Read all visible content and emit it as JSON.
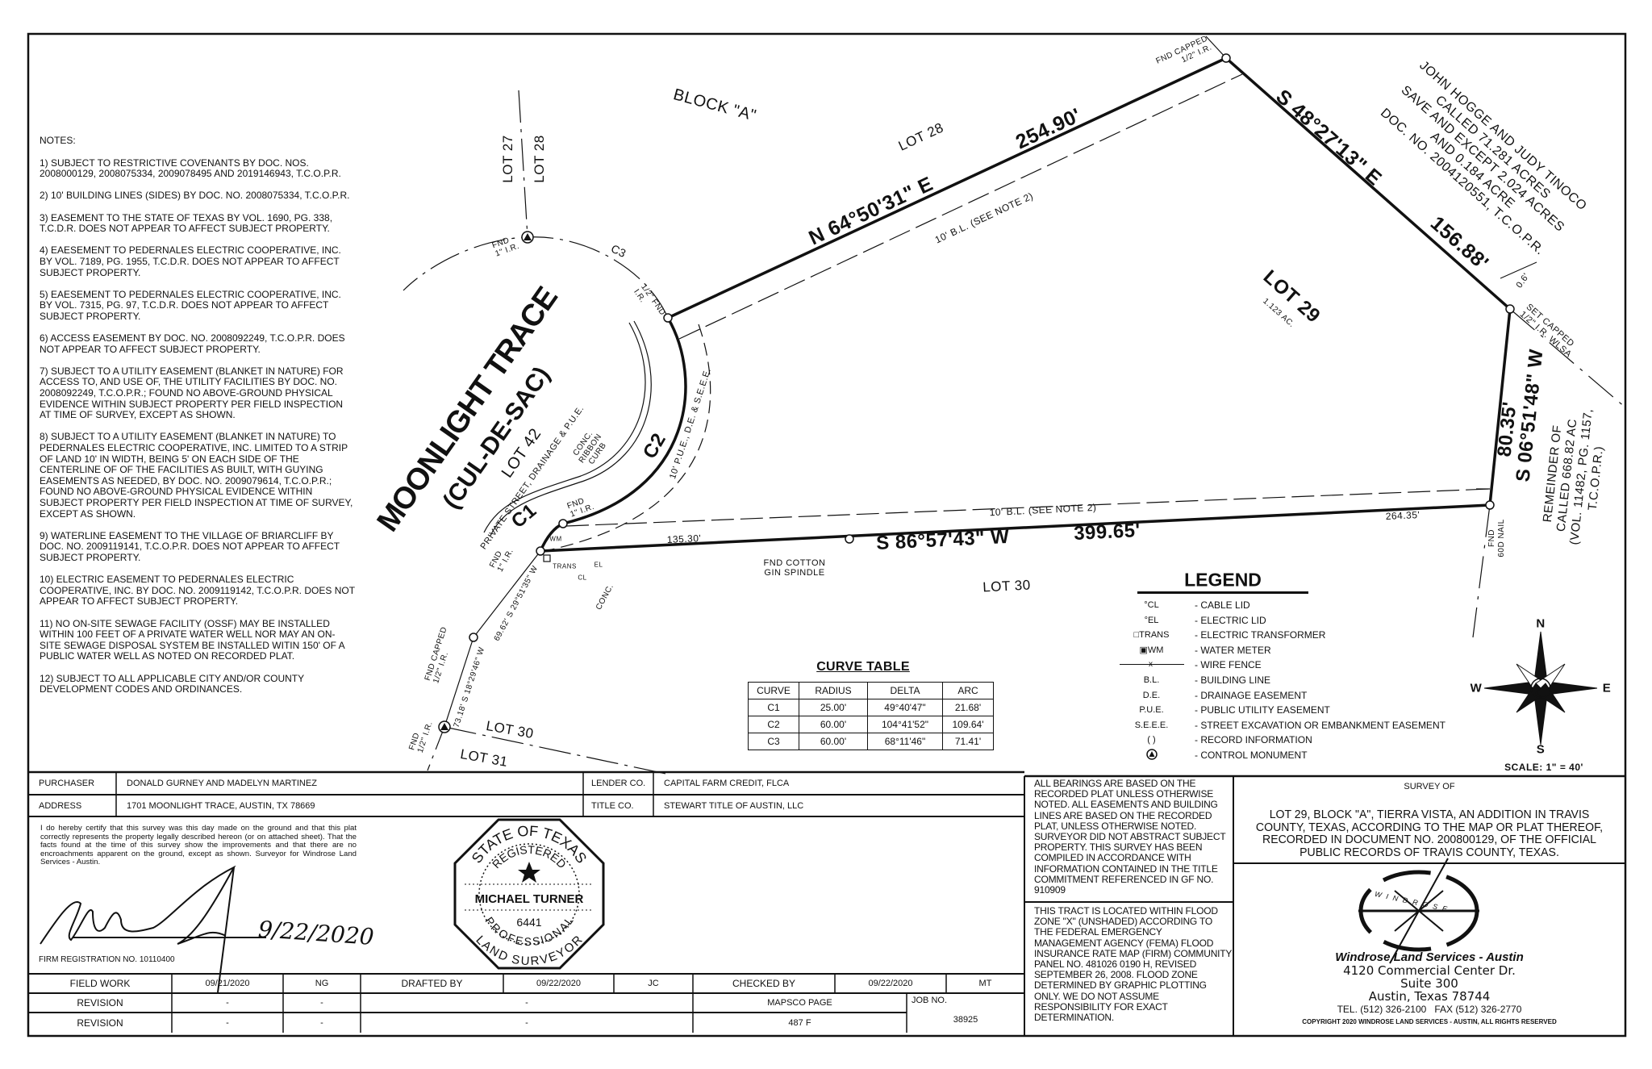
{
  "notes": {
    "title": "NOTES:",
    "items": [
      "1) SUBJECT TO RESTRICTIVE COVENANTS BY DOC. NOS. 2008000129, 2008075334, 2009078495 AND 2019146943, T.C.O.P.R.",
      "2) 10' BUILDING LINES (SIDES) BY DOC. NO. 2008075334, T.C.O.P.R.",
      "3) EASEMENT TO THE STATE OF TEXAS BY VOL. 1690, PG. 338, T.C.D.R. DOES NOT APPEAR TO AFFECT SUBJECT PROPERTY.",
      "4) EAESEMENT TO PEDERNALES ELECTRIC COOPERATIVE, INC. BY VOL. 7189, PG. 1955, T.C.D.R. DOES NOT APPEAR TO AFFECT SUBJECT PROPERTY.",
      "5) EAESEMENT TO PEDERNALES ELECTRIC COOPERATIVE, INC. BY VOL. 7315, PG. 97, T.C.D.R. DOES NOT APPEAR TO AFFECT SUBJECT PROPERTY.",
      "6) ACCESS EASEMENT BY DOC. NO. 2008092249, T.C.O.P.R. DOES NOT APPEAR TO AFFECT SUBJECT PROPERTY.",
      "7) SUBJECT TO A UTILITY EASEMENT (BLANKET IN NATURE) FOR ACCESS TO, AND USE OF, THE UTILITY FACILITIES BY DOC. NO. 2008092249, T.C.O.P.R.; FOUND NO ABOVE-GROUND PHYSICAL EVIDENCE WITHIN SUBJECT PROPERTY PER FIELD INSPECTION AT TIME OF SURVEY, EXCEPT AS SHOWN.",
      "8) SUBJECT TO A UTILITY EASEMENT (BLANKET IN NATURE) TO PEDERNALES ELECTRIC COOPERATIVE, INC. LIMITED TO A STRIP OF LAND 10' IN WIDTH, BEING 5' ON EACH SIDE OF THE CENTERLINE OF OF THE FACILITIES AS BUILT, WITH GUYING EASEMENTS AS NEEDED, BY DOC. NO. 2009079614, T.C.O.P.R.; FOUND NO ABOVE-GROUND PHYSICAL EVIDENCE WITHIN SUBJECT PROPERTY PER FIELD INSPECTION AT TIME OF SURVEY, EXCEPT AS SHOWN.",
      "9) WATERLINE EASEMENT TO THE VILLAGE OF BRIARCLIFF BY DOC. NO. 2009119141, T.C.O.P.R. DOES NOT APPEAR TO AFFECT SUBJECT PROPERTY.",
      "10) ELECTRIC EASEMENT TO PEDERNALES ELECTRIC COOPERATIVE, INC. BY DOC. NO. 2009119142, T.C.O.P.R. DOES NOT APPEAR TO AFFECT SUBJECT PROPERTY.",
      "11) NO ON-SITE SEWAGE FACILITY (OSSF) MAY BE INSTALLED WITHIN 100 FEET OF A PRIVATE WATER WELL NOR MAY AN ON-SITE SEWAGE DISPOSAL SYSTEM BE INSTALLED WITIN 150' OF A PUBLIC WATER WELL AS NOTED ON RECORDED PLAT.",
      "12) SUBJECT TO ALL APPLICABLE CITY AND/OR COUNTY DEVELOPMENT CODES AND ORDINANCES."
    ]
  },
  "plat": {
    "block": "BLOCK \"A\"",
    "lot27": "LOT 27",
    "lot28_vertical": "LOT 28",
    "lot28": "LOT 28",
    "lot29": "LOT 29",
    "lot29_area": "1.123 AC.",
    "lot30_bottom": "LOT 30",
    "lot30_left": "LOT 30",
    "lot31": "LOT 31",
    "lot42": "LOT 42",
    "street_name": "MOONLIGHT TRACE",
    "street_type": "(CUL-DE-SAC)",
    "street_desc": "PRIVATE STREET, DRAINAGE & P.U.E.",
    "ribbon_curb": [
      "CONC.",
      "RIBBON",
      "CURB"
    ],
    "conc": "CONC.",
    "north_bearing": "N 64°50'31\" E",
    "north_distance": "254.90'",
    "north_bl": "10' B.L. (SEE NOTE 2)",
    "east_bearing": "S 48°27'13\" E",
    "east_distance": "156.88'",
    "right_bearing": "S 06°51'48\" W",
    "right_distance": "80.35'",
    "south_bearing": "S 86°57'43\" W",
    "south_distance": "399.65'",
    "south_bl": "10' B.L. (SEE NOTE 2)",
    "south_seg1": "135.30'",
    "south_seg2": "264.35'",
    "offset": "0.6'",
    "pue": "10' P.U.E., D.E. & S.E.E.E.",
    "curve_c1": "C1",
    "curve_c2": "C2",
    "curve_c3": "C3",
    "west_line1": "69.62' S 29°51'35\" W",
    "west_line2": "73.18' S 18°29'46\" W",
    "adjoiner_north": [
      "JOHN HOGGE AND JUDY TINOCO",
      "CALLED 71.281 ACRES",
      "SAVE AND EXCEPT 2.024 ACRES",
      "AND 0.184 ACRE",
      "DOC. NO. 2004120551, T.C.O.P.R."
    ],
    "adjoiner_east": [
      "REMEINDER OF",
      "CALLED 668.82 AC",
      "(VOL. 11482, PG. 1157,",
      "T.C.O.P.R.)"
    ],
    "monuments": {
      "fnd_capped_top": [
        "FND CAPPED",
        "1/2\" I.R."
      ],
      "set_capped": [
        "SET CAPPED",
        "1/2\" I.R. WLSA"
      ],
      "fnd_nail": [
        "FND",
        "60D NAIL"
      ],
      "fnd_spindle": [
        "FND COTTON",
        "GIN SPINDLE"
      ],
      "fnd_c2_top": [
        "1/2\" FND",
        "I.R."
      ],
      "fnd_c1c2": [
        "FND",
        "1\" I.R."
      ],
      "fnd_top_cm": [
        "FND",
        "1\" I.R."
      ],
      "fnd_c1_start": [
        "FND",
        "1\" I.R."
      ],
      "fnd_capped_left": [
        "FND CAPPED",
        "1/2\" I.R."
      ],
      "fnd_bottom": [
        "FND",
        "1/2\" I.R."
      ]
    },
    "utility_labels": {
      "wm": "WM",
      "trans": "TRANS",
      "cl": "CL",
      "el": "EL"
    }
  },
  "curve_table": {
    "title": "CURVE TABLE",
    "headers": [
      "CURVE",
      "RADIUS",
      "DELTA",
      "ARC"
    ],
    "rows": [
      [
        "C1",
        "25.00'",
        "49°40'47\"",
        "21.68'"
      ],
      [
        "C2",
        "60.00'",
        "104°41'52\"",
        "109.64'"
      ],
      [
        "C3",
        "60.00'",
        "68°11'46\"",
        "71.41'"
      ]
    ]
  },
  "legend": {
    "title": "LEGEND",
    "items": [
      {
        "symbol": "CL",
        "icon": "cable-lid-icon",
        "label": "- CABLE LID"
      },
      {
        "symbol": "EL",
        "icon": "electric-lid-icon",
        "label": "- ELECTRIC LID"
      },
      {
        "symbol": "TRANS",
        "icon": "transformer-icon",
        "label": "- ELECTRIC TRANSFORMER"
      },
      {
        "symbol": "WM",
        "icon": "water-meter-icon",
        "label": "- WATER METER"
      },
      {
        "symbol": "x",
        "icon": "wire-fence-icon",
        "label": "- WIRE FENCE"
      },
      {
        "symbol": "B.L.",
        "label": "- BUILDING LINE"
      },
      {
        "symbol": "D.E.",
        "label": "- DRAINAGE EASEMENT"
      },
      {
        "symbol": "P.U.E.",
        "label": "- PUBLIC UTILITY EASEMENT"
      },
      {
        "symbol": "S.E.E.E.",
        "label": "- STREET EXCAVATION OR EMBANKMENT EASEMENT"
      },
      {
        "symbol": "( )",
        "label": "- RECORD INFORMATION"
      },
      {
        "symbol": "",
        "icon": "control-monument-icon",
        "label": "- CONTROL MONUMENT"
      }
    ]
  },
  "compass": {
    "n": "N",
    "s": "S",
    "e": "E",
    "w": "W",
    "scale": "SCALE: 1\" = 40'"
  },
  "title_block": {
    "purchaser_label": "PURCHASER",
    "purchaser": "DONALD GURNEY AND MADELYN MARTINEZ",
    "lender_label": "LENDER CO.",
    "lender": "CAPITAL FARM CREDIT, FLCA",
    "address_label": "ADDRESS",
    "address": "1701 MOONLIGHT TRACE, AUSTIN, TX 78669",
    "title_label": "TITLE CO.",
    "title_co": "STEWART TITLE OF AUSTIN, LLC",
    "certification": "I do hereby certify that this survey was this day made on the ground and that this plat correctly represents the property legally described hereon (or on attached sheet). That the facts found at the time of this survey show the improvements and that there are no encroachments apparent on the ground, except as shown. Surveyor for Windrose Land Services - Austin.",
    "signature_date": "9/22/2020",
    "firm_registration": "FIRM REGISTRATION NO. 10110400",
    "seal": {
      "top": "STATE OF TEXAS",
      "registered": "REGISTERED",
      "name": "MICHAEL TURNER",
      "number": "6441",
      "professional": "PROFESSIONAL",
      "bottom": "LAND SURVEYOR"
    },
    "field_work_label": "FIELD WORK",
    "field_work_date": "09/21/2020",
    "field_work_by": "NG",
    "drafted_label": "DRAFTED BY",
    "drafted_date": "09/22/2020",
    "drafted_by": "JC",
    "checked_label": "CHECKED BY",
    "checked_date": "09/22/2020",
    "checked_by": "MT",
    "revisions": [
      {
        "label": "REVISION",
        "a": "-",
        "b": "-",
        "c": "-"
      },
      {
        "label": "REVISION",
        "a": "-",
        "b": "-",
        "c": "-"
      }
    ],
    "mapsco_label": "MAPSCO PAGE",
    "mapsco": "487 F",
    "job_label": "JOB NO.",
    "job": "38925"
  },
  "bearings_note": "ALL BEARINGS ARE BASED ON THE RECORDED PLAT UNLESS OTHERWISE NOTED. ALL EASEMENTS AND BUILDING LINES ARE BASED ON THE RECORDED PLAT, UNLESS OTHERWISE NOTED. SURVEYOR DID NOT ABSTRACT SUBJECT PROPERTY. THIS SURVEY HAS BEEN COMPILED IN ACCORDANCE WITH INFORMATION CONTAINED IN THE TITLE COMMITMENT REFERENCED IN GF NO. 910909",
  "flood_note": "THIS TRACT IS LOCATED WITHIN FLOOD ZONE \"X\" (UNSHADED) ACCORDING TO THE FEDERAL EMERGENCY MANAGEMENT AGENCY (FEMA) FLOOD INSURANCE RATE MAP (FIRM) COMMUNITY PANEL NO. 481026 0190 H, REVISED SEPTEMBER 26, 2008. FLOOD ZONE DETERMINED BY GRAPHIC PLOTTING ONLY. WE DO NOT ASSUME RESPONSIBILITY FOR EXACT DETERMINATION.",
  "survey_of": {
    "heading": "SURVEY OF",
    "lines": [
      "LOT 29, BLOCK \"A\", TIERRA VISTA, AN ADDITION IN TRAVIS",
      "COUNTY, TEXAS, ACCORDING TO THE MAP OR PLAT THEREOF,",
      "RECORDED IN DOCUMENT NO. 200800129, OF THE OFFICIAL",
      "PUBLIC RECORDS OF TRAVIS COUNTY, TEXAS."
    ]
  },
  "company": {
    "logo_text": "WINDROSE",
    "name": "Windrose Land Services - Austin",
    "address1": "4120 Commercial Center Dr.",
    "address2": "Suite 300",
    "city": "Austin, Texas 78744",
    "phone": "TEL. (512) 326-2100   FAX (512) 326-2770",
    "copyright": "COPYRIGHT 2020 WINDROSE LAND SERVICES - AUSTIN, ALL RIGHTS RESERVED"
  }
}
